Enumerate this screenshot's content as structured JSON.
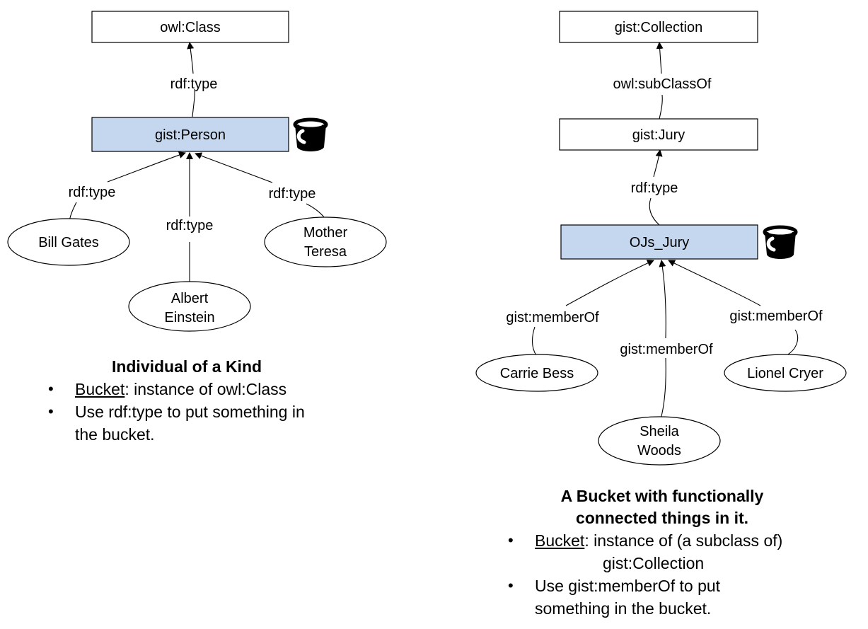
{
  "left": {
    "nodes": {
      "owl_class": "owl:Class",
      "gist_person": "gist:Person",
      "bill_gates": "Bill Gates",
      "albert_einstein": [
        "Albert",
        "Einstein"
      ],
      "mother_teresa": [
        "Mother",
        "Teresa"
      ]
    },
    "edges": {
      "person_to_class": "rdf:type",
      "bill_to_person": "rdf:type",
      "albert_to_person": "rdf:type",
      "mother_to_person": "rdf:type"
    },
    "caption": {
      "title": "Individual of a Kind",
      "bullet1_term": "Bucket",
      "bullet1_rest": ": instance of owl:Class",
      "bullet2_line1": "Use rdf:type to put something in",
      "bullet2_line2": "the bucket."
    }
  },
  "right": {
    "nodes": {
      "gist_collection": "gist:Collection",
      "gist_jury": "gist:Jury",
      "ojs_jury": "OJs_Jury",
      "carrie_bess": "Carrie Bess",
      "sheila_woods": [
        "Sheila",
        "Woods"
      ],
      "lionel_cryer": "Lionel Cryer"
    },
    "edges": {
      "jury_to_collection": "owl:subClassOf",
      "ojs_to_jury": "rdf:type",
      "carrie_to_ojs": "gist:memberOf",
      "sheila_to_ojs": "gist:memberOf",
      "lionel_to_ojs": "gist:memberOf"
    },
    "caption": {
      "title_line1": "A Bucket with functionally",
      "title_line2": "connected things in it.",
      "bullet1_term": "Bucket",
      "bullet1_rest": ": instance of (a subclass of)",
      "bullet1_line2": "gist:Collection",
      "bullet2_line1": "Use gist:memberOf to put",
      "bullet2_line2": "something in the bucket."
    }
  },
  "icons": [
    "bucket-icon",
    "bucket-icon"
  ],
  "colors": {
    "highlight_fill": "#c5d7ee",
    "stroke": "#000000"
  }
}
